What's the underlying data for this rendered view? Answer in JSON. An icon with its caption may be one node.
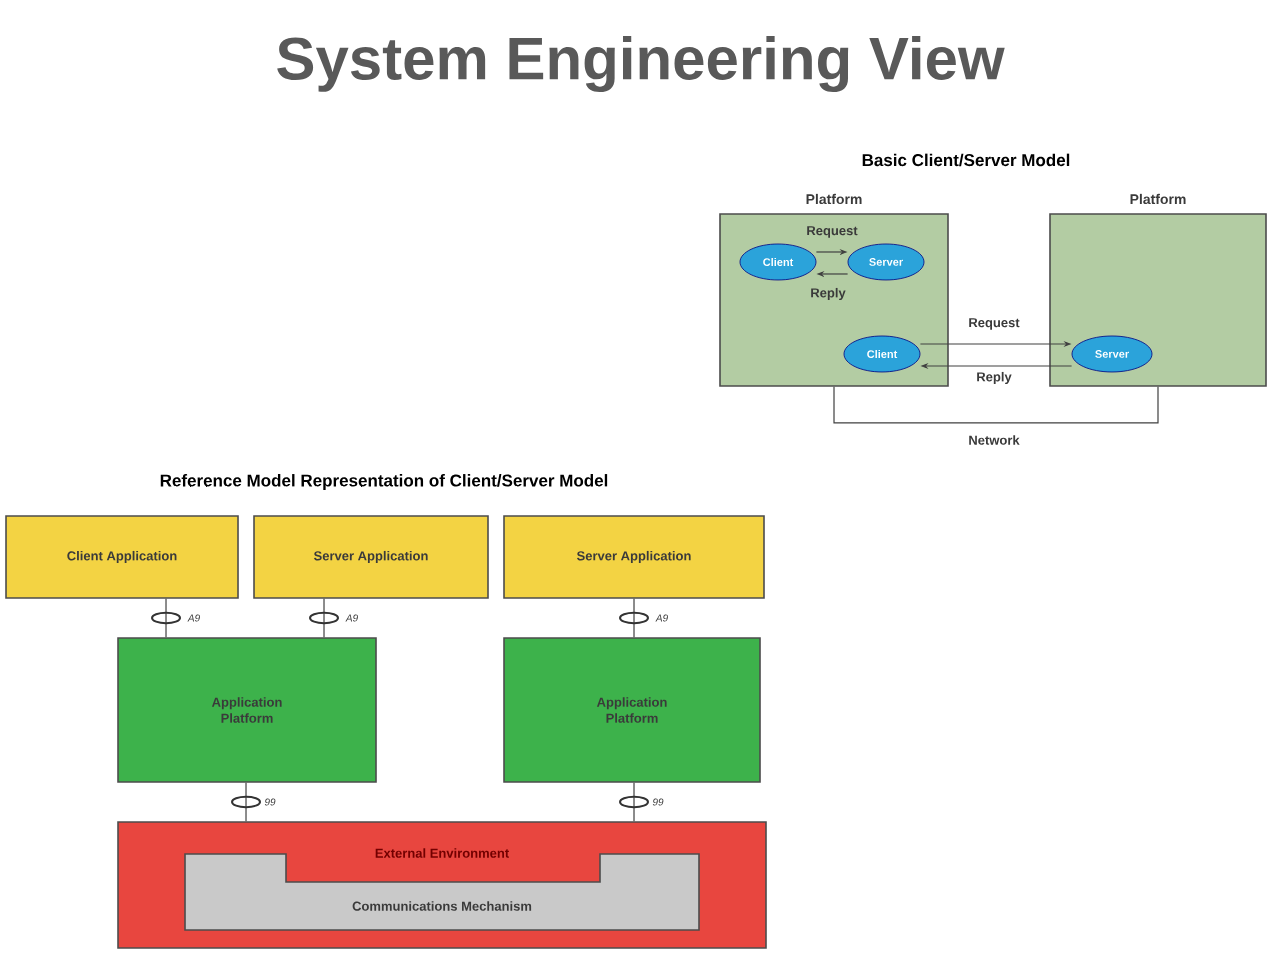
{
  "diagram": {
    "title": "System Engineering View",
    "nodes": [
      {
        "text": [
          "Platform"
        ]
      },
      {
        "text": [
          "Platform"
        ]
      },
      {
        "text": [
          "Client"
        ],
        "in": 0
      },
      {
        "text": [
          "Server"
        ],
        "in": 0
      },
      {
        "text": [
          "Client"
        ],
        "in": 0
      },
      {
        "text": [
          "Server"
        ],
        "in": 1
      },
      {
        "text": [
          "Client Application"
        ]
      },
      {
        "text": [
          "Server Application"
        ]
      },
      {
        "text": [
          "Server Application"
        ]
      },
      {
        "text": [
          "Application Platform"
        ]
      },
      {
        "text": [
          "Application Platform"
        ]
      },
      {
        "text": [
          "External Environment"
        ]
      },
      {
        "text": [
          "Communications Mechanism"
        ],
        "in": 11
      }
    ],
    "edges": [
      {
        "from": 2,
        "to": 3,
        "arrow": "to",
        "label": "Request"
      },
      {
        "from": 3,
        "to": 2,
        "arrow": "to",
        "label": "Reply"
      },
      {
        "from": 4,
        "to": 5,
        "arrow": "to",
        "label": "Request"
      },
      {
        "from": 5,
        "to": 4,
        "arrow": "to",
        "label": "Reply"
      },
      {
        "from": 0,
        "to": 1,
        "arrow": "none",
        "label": "Network"
      },
      {
        "from": 6,
        "to": 9,
        "arrow": "none",
        "label": "A9"
      },
      {
        "from": 7,
        "to": 9,
        "arrow": "none",
        "label": "A9"
      },
      {
        "from": 8,
        "to": 10,
        "arrow": "none",
        "label": "A9"
      },
      {
        "from": 9,
        "to": 11,
        "arrow": "none",
        "label": "99"
      },
      {
        "from": 10,
        "to": 11,
        "arrow": "none",
        "label": "99"
      }
    ],
    "labels": [
      "Basic Client/Server Model",
      "Reference Model Representation of Client/Server Model"
    ]
  }
}
